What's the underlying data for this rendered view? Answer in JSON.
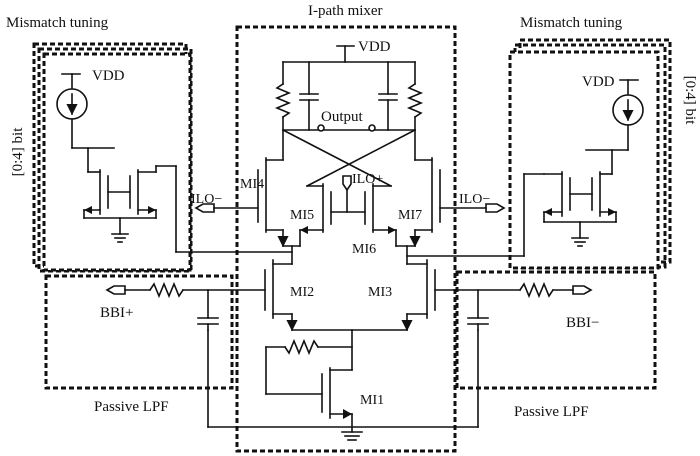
{
  "labels": {
    "mixer_title": "I-path mixer",
    "vdd": "VDD",
    "output": "Output",
    "ilo_minus": "ILO−",
    "ilo_plus": "ILO+",
    "m14": "MI4",
    "m15": "MI5",
    "m16": "MI6",
    "m17": "MI7",
    "m12": "MI2",
    "m13": "MI3",
    "m11": "MI1",
    "bbi_plus": "BBI+",
    "bbi_minus": "BBI−",
    "mismatch_tuning": "Mismatch tuning",
    "bits": "[0:4] bit",
    "passive_lpf": "Passive LPF"
  }
}
